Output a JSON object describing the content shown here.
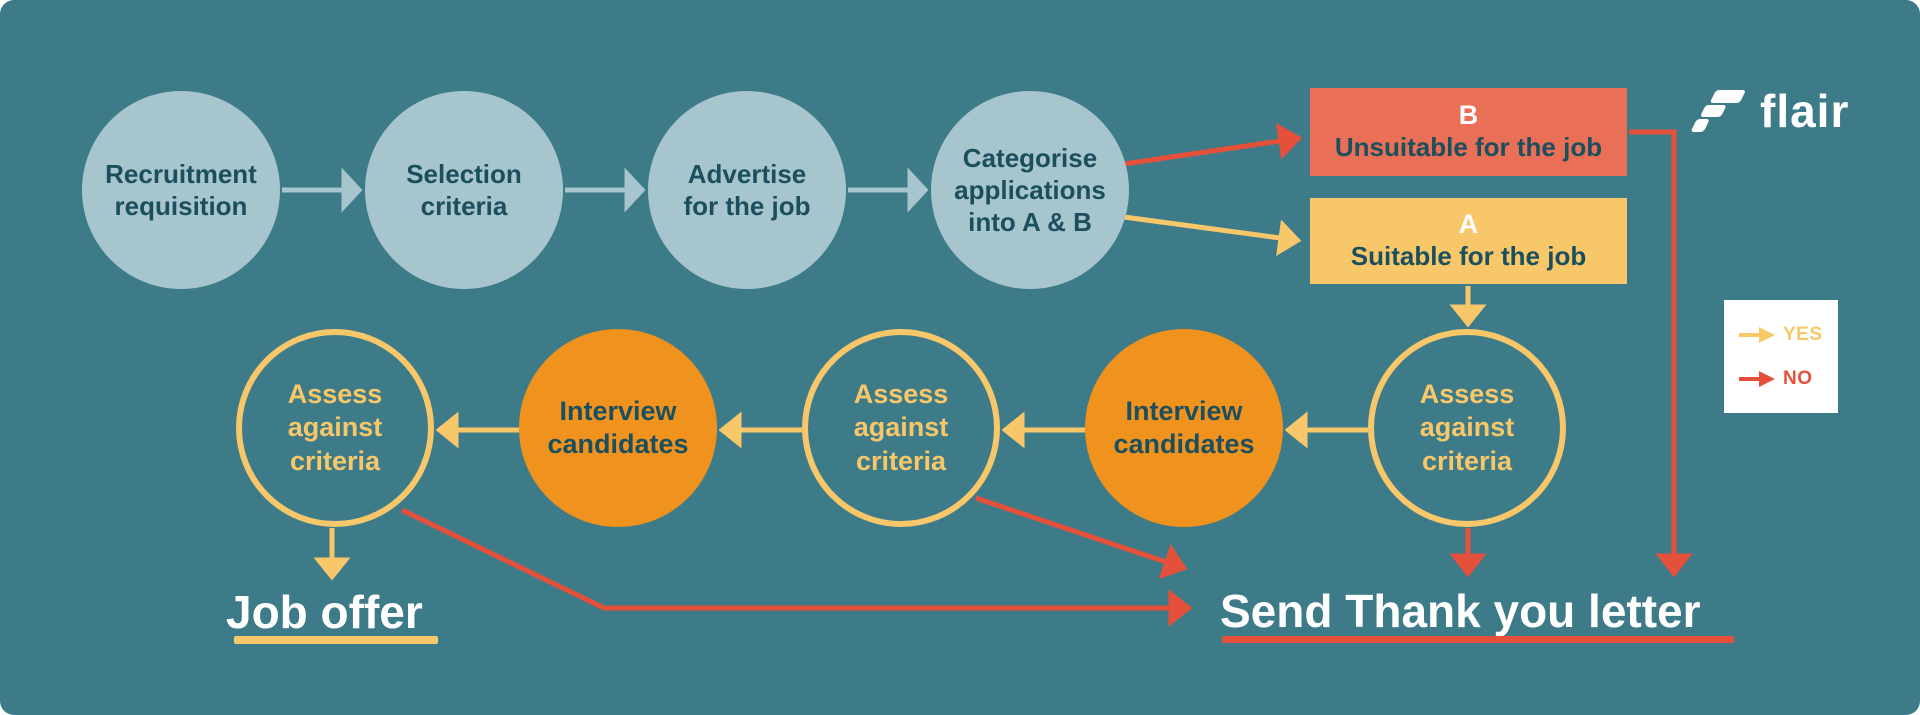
{
  "colors": {
    "bg": "#3E7B88",
    "pale": "#A7C5CC",
    "ink": "#1C4F5E",
    "yellow": "#F8C76A",
    "orange": "#F0921E",
    "red": "#E5503A",
    "salmon": "#E96F56",
    "white": "#FFFFFF"
  },
  "logo": {
    "text": "flair"
  },
  "top_row": [
    {
      "label": "Recruitment requisition"
    },
    {
      "label": "Selection criteria"
    },
    {
      "label": "Advertise for the job"
    },
    {
      "label": "Categorise applications into A & B"
    }
  ],
  "categories": {
    "b": {
      "letter": "B",
      "label": "Unsuitable for the job"
    },
    "a": {
      "letter": "A",
      "label": "Suitable for the job"
    }
  },
  "bottom_row": [
    {
      "label": "Assess against criteria"
    },
    {
      "label": "Interview candidates"
    },
    {
      "label": "Assess against criteria"
    },
    {
      "label": "Interview candidates"
    },
    {
      "label": "Assess against criteria"
    }
  ],
  "outcomes": {
    "job_offer": "Job offer",
    "thank_you": "Send Thank you letter"
  },
  "legend": {
    "yes_label": "YES",
    "no_label": "NO"
  }
}
